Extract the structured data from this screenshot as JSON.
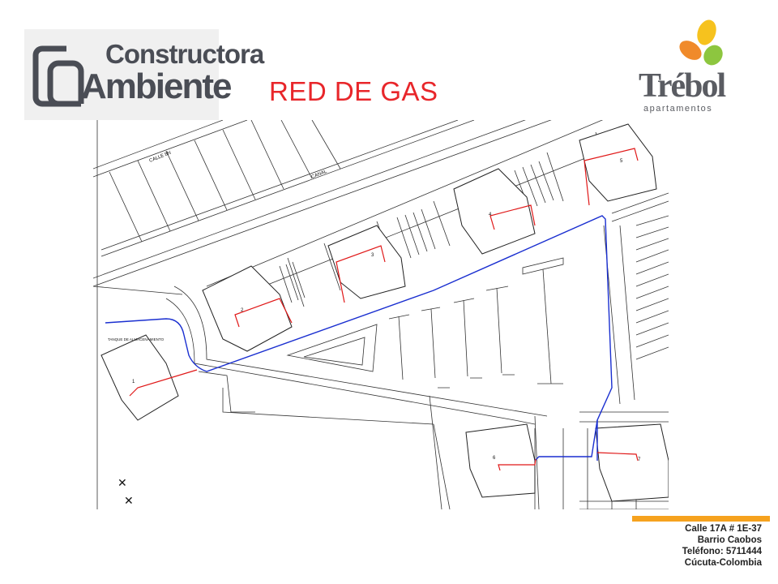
{
  "header": {
    "title": "RED DE GAS",
    "title_color": "#e8262a"
  },
  "logo_left": {
    "line1": "Constructora",
    "line2": "Ambiente",
    "mark": "CA",
    "text_color": "#4a4d55"
  },
  "logo_right": {
    "brand": "Trébol",
    "sub": "apartamentos",
    "leaf_colors": [
      "#f6c21e",
      "#f08a2a",
      "#8dc63f"
    ]
  },
  "map": {
    "street_label": "CALLE 8N",
    "canal_label": "CANAL",
    "tank_label": "TANQUE DE ALMACENAMIENTO",
    "gas_main_color": "#1a2fd0",
    "gas_branch_color": "#e01818",
    "building_numbers": [
      "1",
      "2",
      "3",
      "4",
      "5",
      "6",
      "7"
    ]
  },
  "footer": {
    "address": "Calle 17A # 1E-37",
    "neighborhood": "Barrio Caobos",
    "phone": "Teléfono: 5711444",
    "city": "Cúcuta-Colombia",
    "accent": "#f6a21e"
  }
}
